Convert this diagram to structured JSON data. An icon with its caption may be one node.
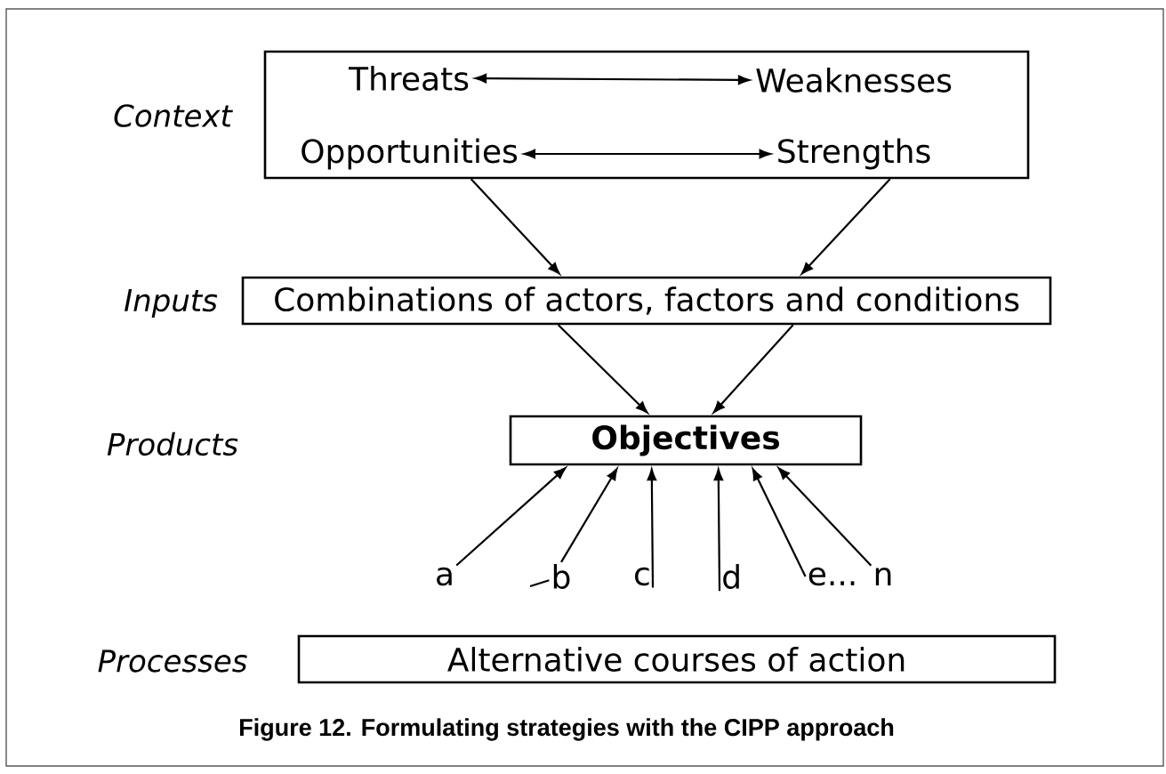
{
  "diagram": {
    "caption": "Figure 12. Formulating strategies with the CIPP approach",
    "nodes": [
      {
        "text": [],
        "shape": "box"
      },
      {
        "text": [
          "Threats"
        ],
        "in": 0
      },
      {
        "text": [
          "Weaknesses"
        ],
        "in": 0
      },
      {
        "text": [
          "Opportunities"
        ],
        "in": 0
      },
      {
        "text": [
          "Strengths"
        ],
        "in": 0
      },
      {
        "text": [
          "Combinations of actors, factors and conditions"
        ]
      },
      {
        "text": [
          "Objectives"
        ]
      },
      {
        "text": [
          "a"
        ]
      },
      {
        "text": [
          "b"
        ]
      },
      {
        "text": [
          "c"
        ]
      },
      {
        "text": [
          "d"
        ]
      },
      {
        "text": [
          "e..."
        ]
      },
      {
        "text": [
          "n"
        ]
      },
      {
        "text": [
          "Alternative courses of action"
        ]
      }
    ],
    "edges": [
      {
        "from": 1,
        "to": 2,
        "arrow": "both"
      },
      {
        "from": 3,
        "to": 4,
        "arrow": "both"
      },
      {
        "from": 0,
        "to": 5,
        "arrow": "to"
      },
      {
        "from": 0,
        "to": 5,
        "arrow": "to"
      },
      {
        "from": 5,
        "to": 6,
        "arrow": "to"
      },
      {
        "from": 5,
        "to": 6,
        "arrow": "to"
      },
      {
        "from": 7,
        "to": 6,
        "arrow": "to"
      },
      {
        "from": 8,
        "to": 6,
        "arrow": "to"
      },
      {
        "from": 9,
        "to": 6,
        "arrow": "to"
      },
      {
        "from": 10,
        "to": 6,
        "arrow": "to"
      },
      {
        "from": 11,
        "to": 6,
        "arrow": "to"
      },
      {
        "from": 12,
        "to": 6,
        "arrow": "to"
      }
    ],
    "labels": [
      "Context",
      "Inputs",
      "Products",
      "Processes"
    ]
  }
}
